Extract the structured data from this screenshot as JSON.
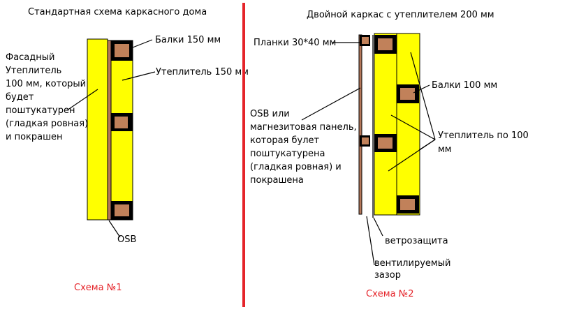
{
  "colors": {
    "background": "#ffffff",
    "insulation": "#ffff00",
    "beam": "#c1815a",
    "outline": "#000000",
    "divider": "#e5242a",
    "osb_board": "#b5775a",
    "caption": "#e5242a"
  },
  "scheme1": {
    "title": "Стандартная схема каркасного дома",
    "facade_label": [
      "Фасадный",
      "Утеплитель",
      "100 мм, который",
      "будет",
      "поштукатурен",
      "(гладкая ровная)",
      "и покрашен"
    ],
    "beams_label": "Балки 150 мм",
    "insulation_label": "Утеплитель 150 мм",
    "osb_label": "OSB",
    "caption": "Схема №1"
  },
  "scheme2": {
    "title": "Двойной каркас с утеплителем 200 мм",
    "battens_label": "Планки 30*40 мм",
    "osb_label": [
      "OSB или",
      "магнезитовая панель,",
      "которая булет",
      "поштукатурена",
      "(гладкая ровная) и",
      "покрашена"
    ],
    "beams_label": "Балки 100 мм",
    "insulation_label": [
      "Утеплитель по 100",
      "мм"
    ],
    "wind_label": "ветрозащита",
    "gap_label": [
      "вентилируемый",
      "зазор"
    ],
    "caption": "Схема №2"
  }
}
